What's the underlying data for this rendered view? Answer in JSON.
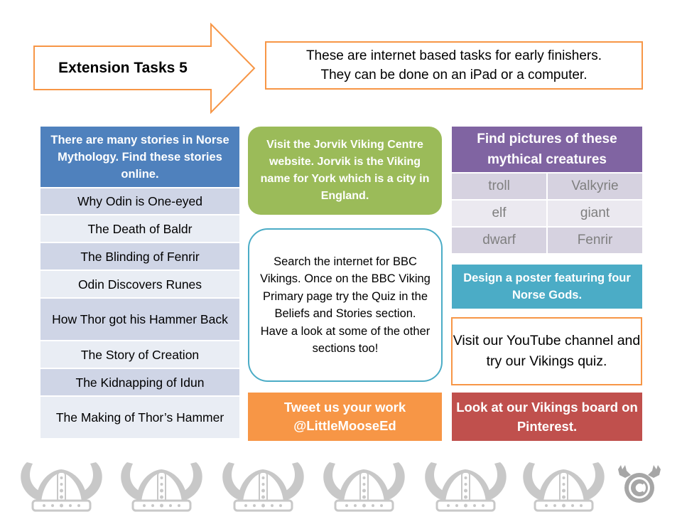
{
  "header": {
    "title": "Extension Tasks 5",
    "intro_lines": [
      "These are internet based tasks for early finishers.",
      "They can be done on an iPad or a computer."
    ]
  },
  "stories": {
    "heading": "There are many stories in Norse Mythology. Find these stories online.",
    "items": [
      "Why Odin is One-eyed",
      "The Death of Baldr",
      "The Blinding of Fenrir",
      "Odin Discovers Runes",
      "How Thor got his Hammer Back",
      "The Story of Creation",
      "The Kidnapping of Idun",
      "The Making of Thor’s Hammer"
    ]
  },
  "tasks": {
    "jorvik": "Visit the Jorvik Viking Centre website. Jorvik is the Viking name for York which is a city in England.",
    "bbc": "Search the internet for BBC Vikings. Once on the BBC Viking Primary page try the Quiz in the Beliefs and Stories section. Have a look at some of the other sections too!",
    "tweet_lines": [
      "Tweet us your work",
      "@LittleMooseEd"
    ],
    "poster": "Design a poster featuring four Norse Gods.",
    "youtube": "Visit our YouTube channel and try our Vikings quiz.",
    "pinterest": "Look at our Vikings board on Pinterest."
  },
  "creatures": {
    "heading": "Find pictures of these mythical creatures",
    "rows": [
      [
        "troll",
        "Valkyrie"
      ],
      [
        "elf",
        "giant"
      ],
      [
        "dwarf",
        "Fenrir"
      ]
    ]
  },
  "colors": {
    "orange": "#f79646",
    "blue": "#4f81bd",
    "green": "#9bbb59",
    "teal": "#4bacc6",
    "purple": "#8064a2",
    "red": "#c0504d"
  },
  "footer": {
    "icons": [
      "viking-helmet-icon",
      "viking-helmet-icon",
      "viking-helmet-icon",
      "viking-helmet-icon",
      "viking-helmet-icon",
      "viking-helmet-icon",
      "moose-copyright-icon"
    ]
  }
}
